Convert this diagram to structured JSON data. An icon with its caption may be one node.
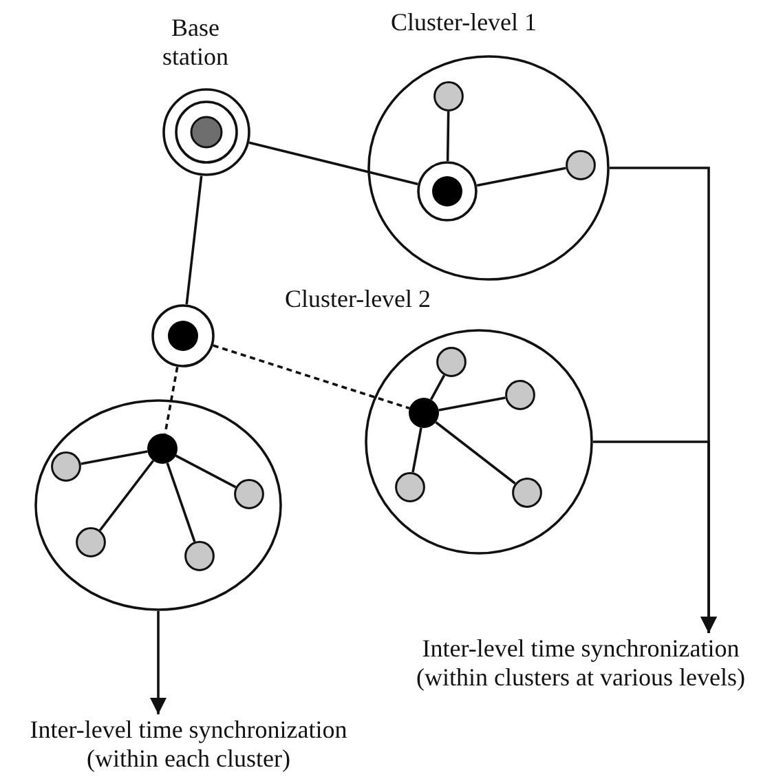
{
  "diagram": {
    "nodes": [
      {
        "text": [
          "Base station"
        ]
      },
      {
        "text": [
          "Cluster-level 1"
        ]
      },
      {
        "text": [],
        "shape": "circle",
        "in": 1
      },
      {
        "text": [],
        "shape": "circle",
        "in": 1
      },
      {
        "text": [],
        "shape": "circle",
        "in": 1
      },
      {
        "text": [],
        "shape": "circle"
      },
      {
        "text": [],
        "shape": "circle"
      },
      {
        "text": [],
        "shape": "circle",
        "in": 6
      },
      {
        "text": [],
        "shape": "circle",
        "in": 6
      },
      {
        "text": [],
        "shape": "circle",
        "in": 6
      },
      {
        "text": [],
        "shape": "circle",
        "in": 6
      },
      {
        "text": [],
        "shape": "circle",
        "in": 6
      },
      {
        "text": [],
        "shape": "circle"
      },
      {
        "text": [],
        "shape": "circle",
        "in": 12
      },
      {
        "text": [],
        "shape": "circle",
        "in": 12
      },
      {
        "text": [],
        "shape": "circle",
        "in": 12
      },
      {
        "text": [],
        "shape": "circle",
        "in": 12
      },
      {
        "text": [],
        "shape": "circle",
        "in": 12
      },
      {
        "text": [
          "Inter-level time synchronization (within clusters at various levels)"
        ]
      },
      {
        "text": [
          "Inter-level time synchronization (within each cluster)"
        ]
      }
    ],
    "edges": [
      {
        "from": 0,
        "to": 2,
        "arrow": "none"
      },
      {
        "from": 0,
        "to": 5,
        "arrow": "none"
      },
      {
        "from": 2,
        "to": 3,
        "arrow": "none"
      },
      {
        "from": 2,
        "to": 4,
        "arrow": "none"
      },
      {
        "from": 5,
        "to": 7,
        "arrow": "none",
        "style": "dashed"
      },
      {
        "from": 5,
        "to": 13,
        "arrow": "none",
        "style": "dashed"
      },
      {
        "from": 7,
        "to": 8,
        "arrow": "none"
      },
      {
        "from": 7,
        "to": 9,
        "arrow": "none"
      },
      {
        "from": 7,
        "to": 10,
        "arrow": "none"
      },
      {
        "from": 7,
        "to": 11,
        "arrow": "none"
      },
      {
        "from": 13,
        "to": 14,
        "arrow": "none"
      },
      {
        "from": 13,
        "to": 15,
        "arrow": "none"
      },
      {
        "from": 13,
        "to": 16,
        "arrow": "none"
      },
      {
        "from": 13,
        "to": 17,
        "arrow": "none"
      },
      {
        "from": 1,
        "to": 18,
        "arrow": "to"
      },
      {
        "from": 6,
        "to": 18,
        "arrow": "to"
      },
      {
        "from": 12,
        "to": 19,
        "arrow": "to"
      }
    ],
    "labels": [
      "Cluster-level 2"
    ]
  }
}
